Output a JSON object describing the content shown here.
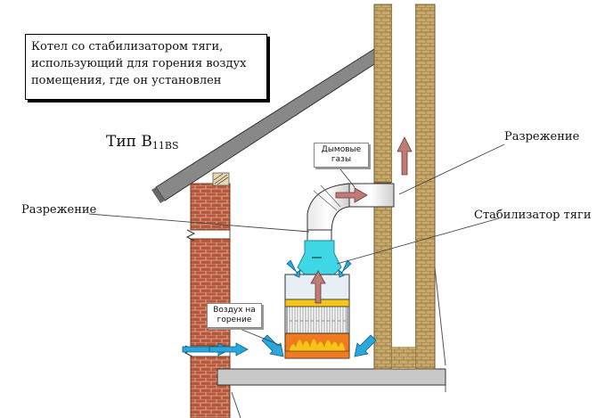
{
  "caption": {
    "line1": "Котел со стабилизатором тяги,",
    "line2": "использующий для горения воздух",
    "line3": "помещения, где он установлен"
  },
  "type_label": {
    "prefix": "Тип B",
    "subscript": "11BS"
  },
  "labels": {
    "rarefaction_left": "Разрежение",
    "rarefaction_right": "Разрежение",
    "draft_stabilizer": "Стабилизатор тяги"
  },
  "boxes": {
    "flue_gases_line1": "Дымовые",
    "flue_gases_line2": "газы",
    "combustion_air_line1": "Воздух на",
    "combustion_air_line2": "горение"
  },
  "colors": {
    "brick": "#b5593a",
    "chimney_brick": "#c9b27a",
    "cyan": "#3fd6e6",
    "flame_orange": "#f07a1e",
    "flame_yellow": "#f5c518",
    "arrow_red": "#c07b77",
    "arrow_blue": "#2aa8dc"
  }
}
